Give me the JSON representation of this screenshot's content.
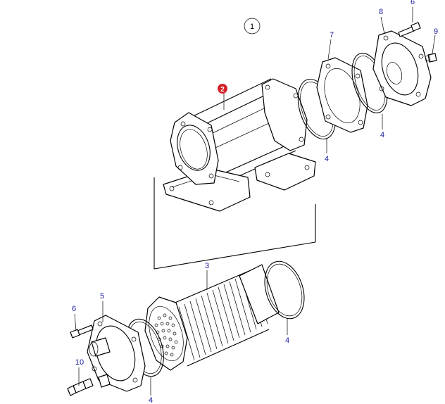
{
  "figure": {
    "view_number": "1",
    "highlight_color": "#d42027",
    "label_color": "#1a1a9c"
  },
  "callouts": {
    "c1": "2",
    "c2": "3",
    "c3": "4",
    "c4": "4",
    "c5": "4",
    "c6": "4",
    "c7": "5",
    "c8": "6",
    "c9": "6",
    "c10": "7",
    "c11": "8",
    "c12": "9",
    "c13": "10"
  }
}
